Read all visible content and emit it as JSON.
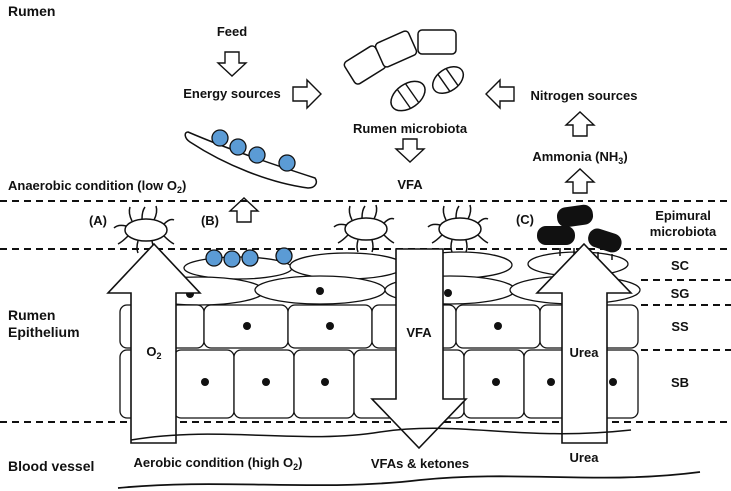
{
  "labels": {
    "rumen": "Rumen",
    "feed": "Feed",
    "energy_sources": "Energy sources",
    "rumen_microbiota": "Rumen microbiota",
    "vfa_top": "VFA",
    "nitrogen_sources": "Nitrogen sources",
    "ammonia_prefix": "Ammonia (NH",
    "ammonia_sub": "3",
    "ammonia_suffix": ")",
    "anaerobic_prefix": "Anaerobic condition (low O",
    "anaerobic_sub": "2",
    "anaerobic_suffix": ")",
    "marker_a": "(A)",
    "marker_b": "(B)",
    "marker_c": "(C)",
    "epimural_line1": "Epimural",
    "epimural_line2": "microbiota",
    "layer_sc": "SC",
    "layer_sg": "SG",
    "layer_ss": "SS",
    "layer_sb": "SB",
    "rumen_epithelium_line1": "Rumen",
    "rumen_epithelium_line2": "Epithelium",
    "o2_prefix": "O",
    "o2_sub": "2",
    "vfa_arrow": "VFA",
    "urea_arrow": "Urea",
    "blood_vessel": "Blood vessel",
    "aerobic_prefix": "Aerobic condition (high O",
    "aerobic_sub": "2",
    "aerobic_suffix": ")",
    "vfas_ketones": "VFAs & ketones",
    "urea_bottom": "Urea"
  },
  "colors": {
    "bacteria_blue": "#5b9bd5",
    "ink": "#111111",
    "background": "#ffffff"
  }
}
